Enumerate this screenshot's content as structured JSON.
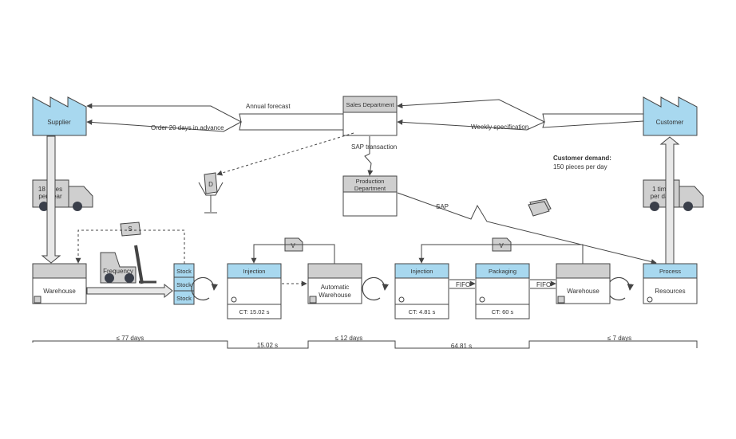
{
  "supplier": {
    "label": "Supplier"
  },
  "customer": {
    "label": "Customer"
  },
  "sales": {
    "label": "Sales Department"
  },
  "production": {
    "label_line1": "Production",
    "label_line2": "Department"
  },
  "flows": {
    "annual_forecast": "Annual forecast",
    "order": "Order 20 days in advance",
    "weekly": "Weekly specification",
    "sap_transaction": "SAP transaction",
    "sap": "SAP"
  },
  "demand": {
    "title": "Customer demand:",
    "detail": "150 pieces per day"
  },
  "truck_left": {
    "line1": "18 times",
    "line2": "per year"
  },
  "truck_right": {
    "line1": "1 time",
    "line2": "per day"
  },
  "kanban": {
    "d": "D",
    "s": "S",
    "v1": "V",
    "v2": "V"
  },
  "warehouse_left": {
    "label": "Warehouse"
  },
  "forklift": {
    "label": "Frequency"
  },
  "stock": [
    "Stock",
    "Stock",
    "Stock"
  ],
  "injection1": {
    "header": "Injection",
    "ct": "CT: 15.02 s"
  },
  "auto_wh": {
    "line1": "Automatic",
    "line2": "Warehouse"
  },
  "injection2": {
    "header": "Injection",
    "ct": "CT: 4.81 s"
  },
  "fifo": [
    "FIFO",
    "FIFO"
  ],
  "packaging": {
    "header": "Packaging",
    "ct": "CT: 60 s"
  },
  "warehouse_right": {
    "label": "Warehouse"
  },
  "process": {
    "header": "Process",
    "body": "Resources"
  },
  "timeline": {
    "t1": "≤ 77 days",
    "t2": "15.02 s",
    "t3": "≤ 12 days",
    "t4": "64.81 s",
    "t5": "≤ 7 days"
  },
  "colors": {
    "accent": "#a8d8ef",
    "header_gray": "#cfcfcf",
    "line": "#444444"
  }
}
